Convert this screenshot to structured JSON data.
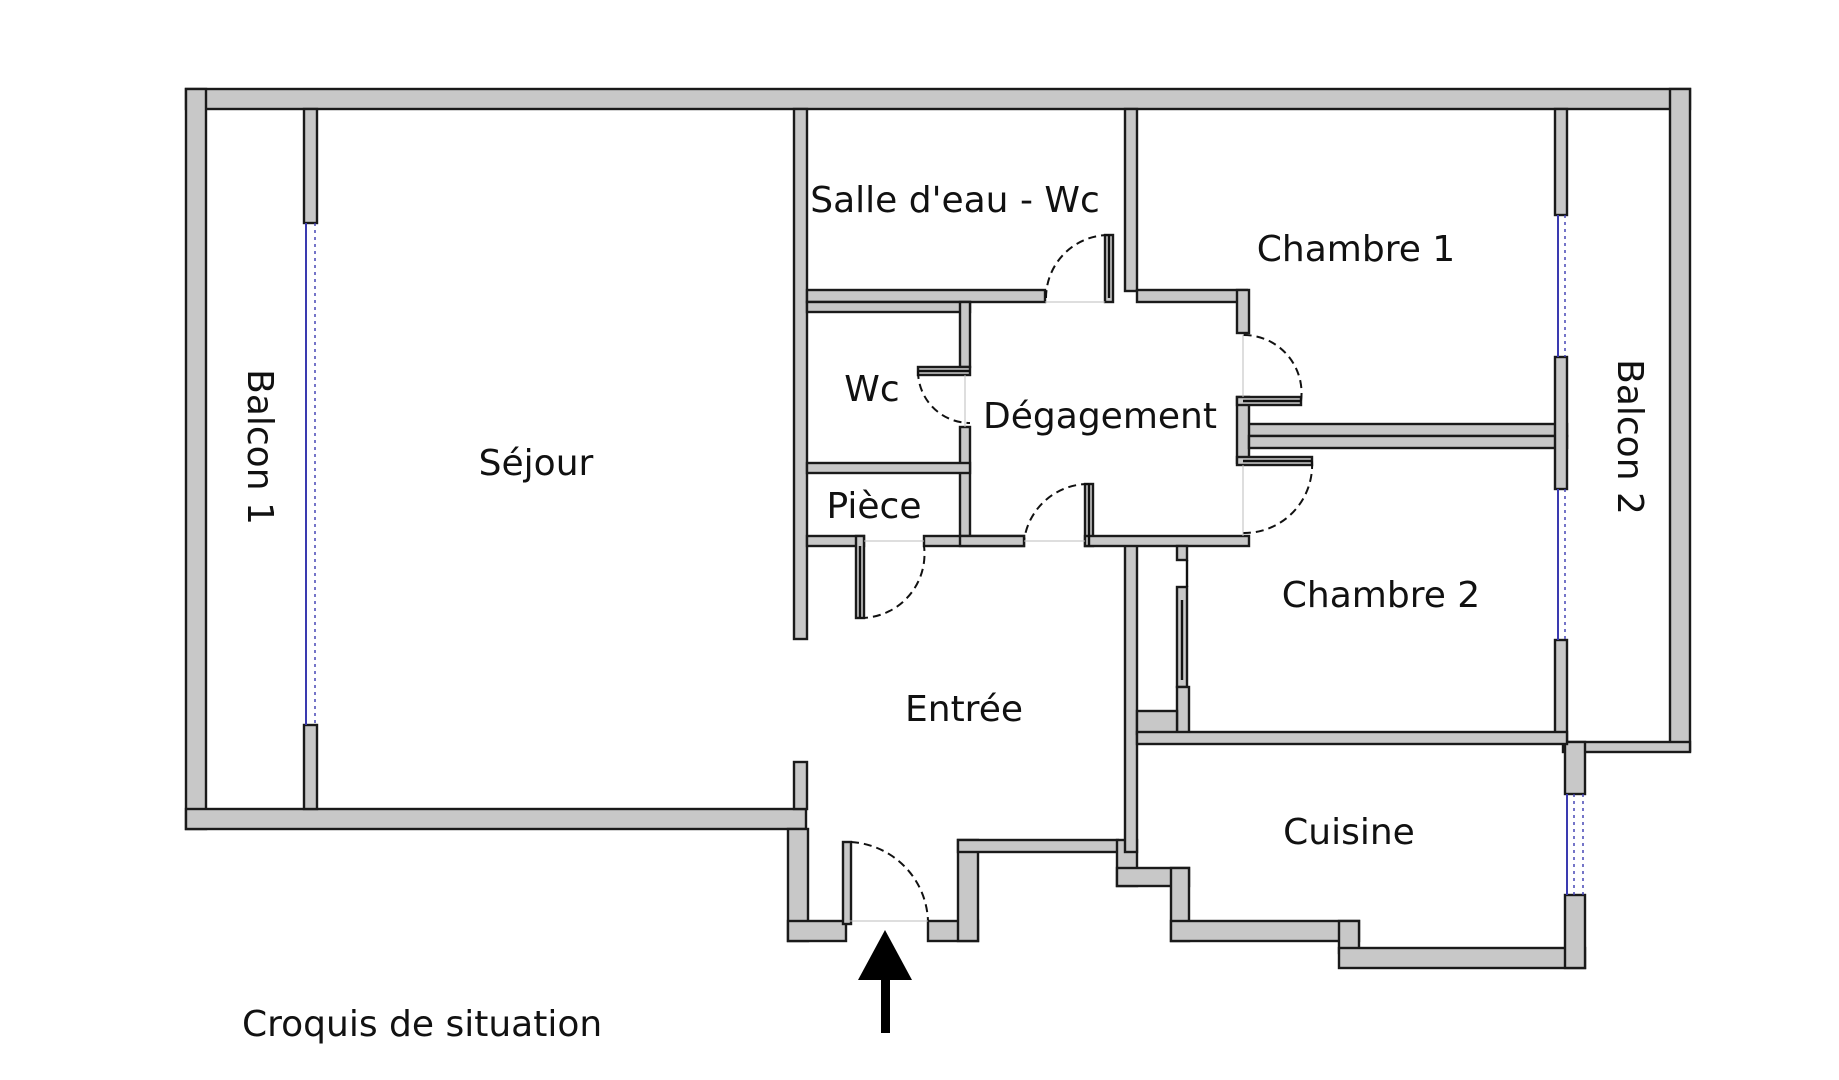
{
  "rooms": {
    "balcon1": "Balcon 1",
    "sejour": "Séjour",
    "salle_eau": "Salle d'eau - Wc",
    "chambre1": "Chambre 1",
    "wc": "Wc",
    "degagement": "Dégagement",
    "piece": "Pièce",
    "chambre2": "Chambre 2",
    "balcon2": "Balcon 2",
    "entree": "Entrée",
    "cuisine": "Cuisine"
  },
  "caption": "Croquis de situation",
  "colors": {
    "wall_fill": "#c8c8c8",
    "wall_outline": "#1a1a1a",
    "window_glass": "#3a3ab0"
  },
  "icons": {
    "entrance": "entrance-arrow-icon"
  }
}
